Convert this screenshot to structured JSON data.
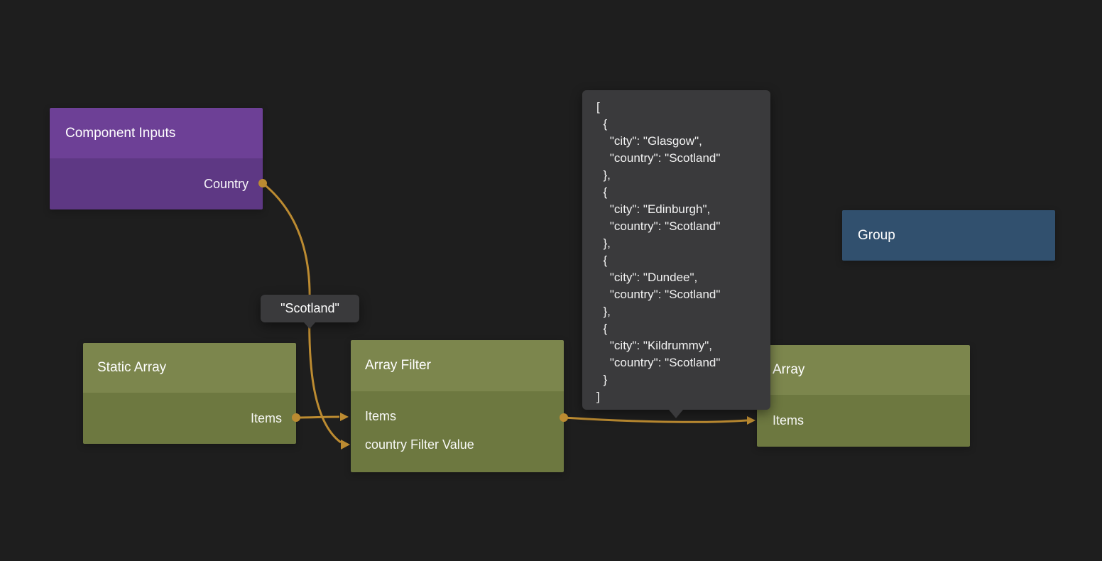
{
  "colors": {
    "background": "#1e1e1e",
    "wire": "#bc8b31",
    "purple_header": "#6d4096",
    "purple_body": "#5e3884",
    "olive_header": "#7c864d",
    "olive_body": "#6d7840",
    "group_bg": "#31506e",
    "tooltip_bg": "#3a3a3c"
  },
  "nodes": {
    "component_inputs": {
      "title": "Component Inputs",
      "output_label": "Country"
    },
    "static_array": {
      "title": "Static Array",
      "output_label": "Items"
    },
    "array_filter": {
      "title": "Array Filter",
      "input1_label": "Items",
      "input2_label": "country Filter Value"
    },
    "array": {
      "title": "Array",
      "input1_label": "Items"
    },
    "group": {
      "title": "Group"
    }
  },
  "tooltips": {
    "value_tooltip": {
      "text": "\"Scotland\""
    },
    "json_tooltip": {
      "text": "[\n  {\n    \"city\": \"Glasgow\",\n    \"country\": \"Scotland\"\n  },\n  {\n    \"city\": \"Edinburgh\",\n    \"country\": \"Scotland\"\n  },\n  {\n    \"city\": \"Dundee\",\n    \"country\": \"Scotland\"\n  },\n  {\n    \"city\": \"Kildrummy\",\n    \"country\": \"Scotland\"\n  }\n]"
    }
  }
}
